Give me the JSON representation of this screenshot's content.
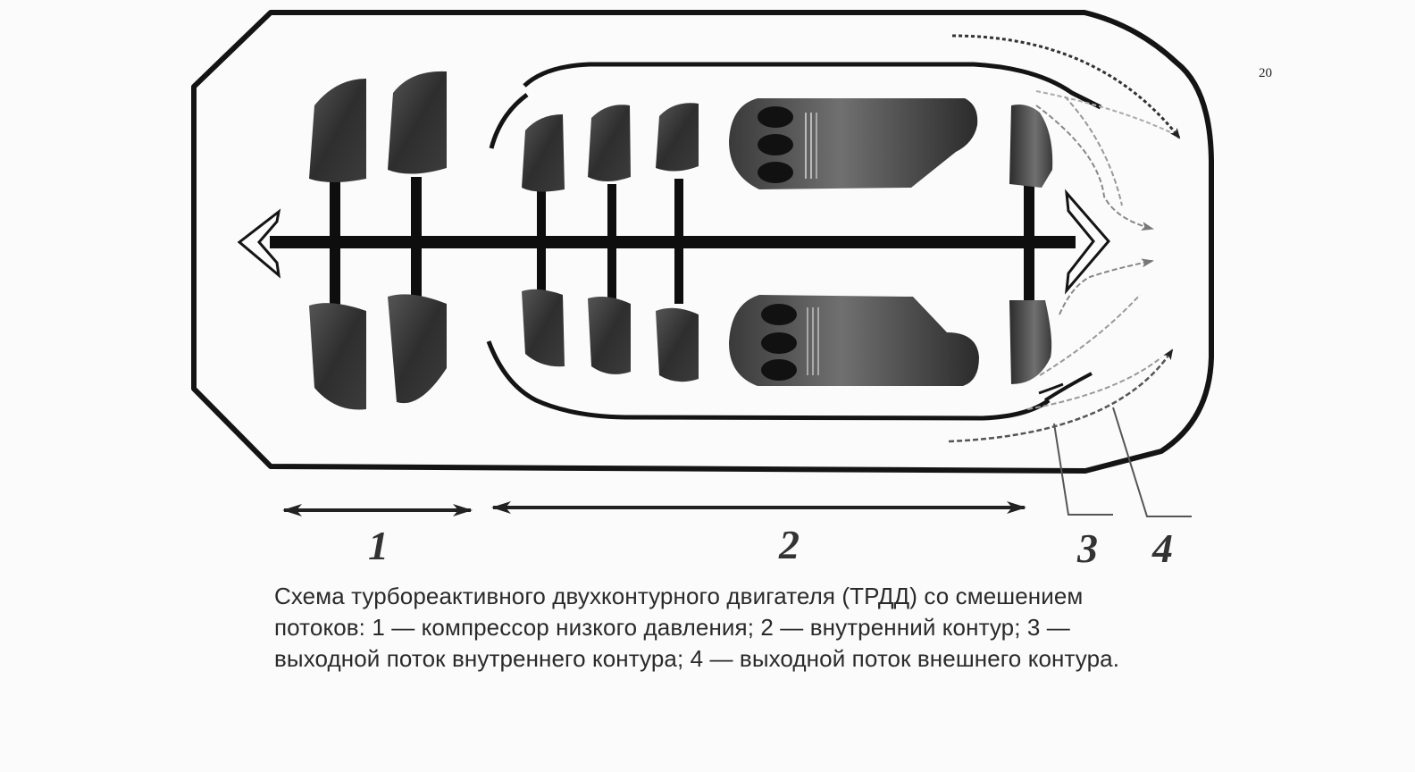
{
  "page_number": "20",
  "labels": {
    "section_1": "1",
    "section_2": "2",
    "section_3": "3",
    "section_4": "4"
  },
  "caption": "Схема турбореактивного двухконтурного двигателя (ТРДД) со смешением потоков: 1 — компрессор низкого давления; 2 — внутренний контур; 3 — выходной поток внутреннего контура; 4 — выходной поток внешнего контура.",
  "colors": {
    "outline": "#141414",
    "blade_dark": "#2c2c2c",
    "blade_light": "#6e6e6e",
    "shaft": "#0e0e0e",
    "flow_lines": "#8a8a8a",
    "background": "#fbfbfb"
  }
}
